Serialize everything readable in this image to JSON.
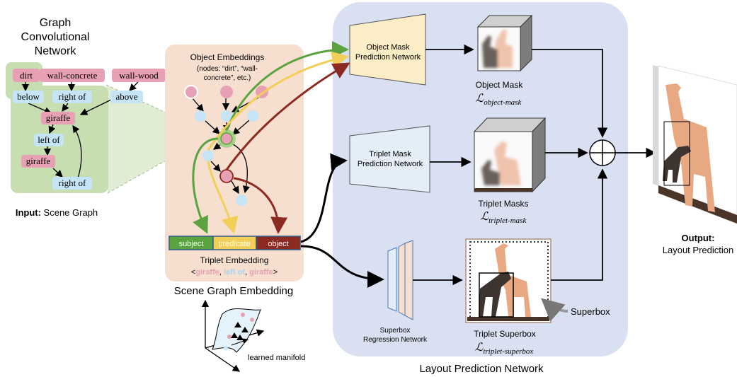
{
  "gcn": {
    "title_lines": [
      "Graph",
      "Convolutional",
      "Network"
    ],
    "nodes": {
      "dirt": "dirt",
      "wall_concrete": "wall-concrete",
      "wall_wood": "wall-wood",
      "below": "below",
      "right_of_1": "right of",
      "above": "above",
      "giraffe_1": "giraffe",
      "left_of": "left of",
      "giraffe_2": "giraffe",
      "right_of_2": "right of"
    },
    "input_label_bold": "Input:",
    "input_label_rest": " Scene Graph"
  },
  "embedding": {
    "obj_title": "Object Embeddings",
    "obj_sub_lines": [
      "(nodes: “dirt”, “wall-",
      "concrete”, etc.)"
    ],
    "subject": "subject",
    "predicate": "predicate",
    "object": "object",
    "triplet_title": "Triplet Embedding",
    "triplet_open": "<",
    "triplet_a": "giraffe",
    "triplet_sep": ", ",
    "triplet_b": "left of",
    "triplet_c": "giraffe",
    "triplet_close": ">",
    "section_title": "Scene Graph Embedding",
    "manifold_label": "learned manifold"
  },
  "layout_net": {
    "obj_net_lines": [
      "Object Mask",
      "Prediction Network"
    ],
    "triplet_net_lines": [
      "Triplet Mask",
      "Prediction Network"
    ],
    "superbox_net_lines": [
      "Superbox",
      "Regression Network"
    ],
    "object_mask_label": "Object Mask",
    "object_mask_loss": "object-mask",
    "triplet_masks_label": "Triplet Masks",
    "triplet_mask_loss": "triplet-mask",
    "triplet_superbox_label": "Triplet Superbox",
    "triplet_superbox_loss": "triplet-superbox",
    "loss_symbol": "ℒ",
    "superbox_callout": "Superbox",
    "section_title": "Layout Prediction Network"
  },
  "output": {
    "bold": "Output:",
    "rest": "Layout Prediction"
  },
  "colors": {
    "pink": "#e8a0b4",
    "light_blue": "#c5e4f5",
    "green_bg": "#c6deb0",
    "peach_bg": "#f7dfd0",
    "blue_bg": "#d9e0f1",
    "subject": "#5aa33e",
    "predicate": "#f2cf58",
    "object": "#8c2a22",
    "giraffe_tan": "#e8a882",
    "giraffe_dark": "#3e342f"
  }
}
